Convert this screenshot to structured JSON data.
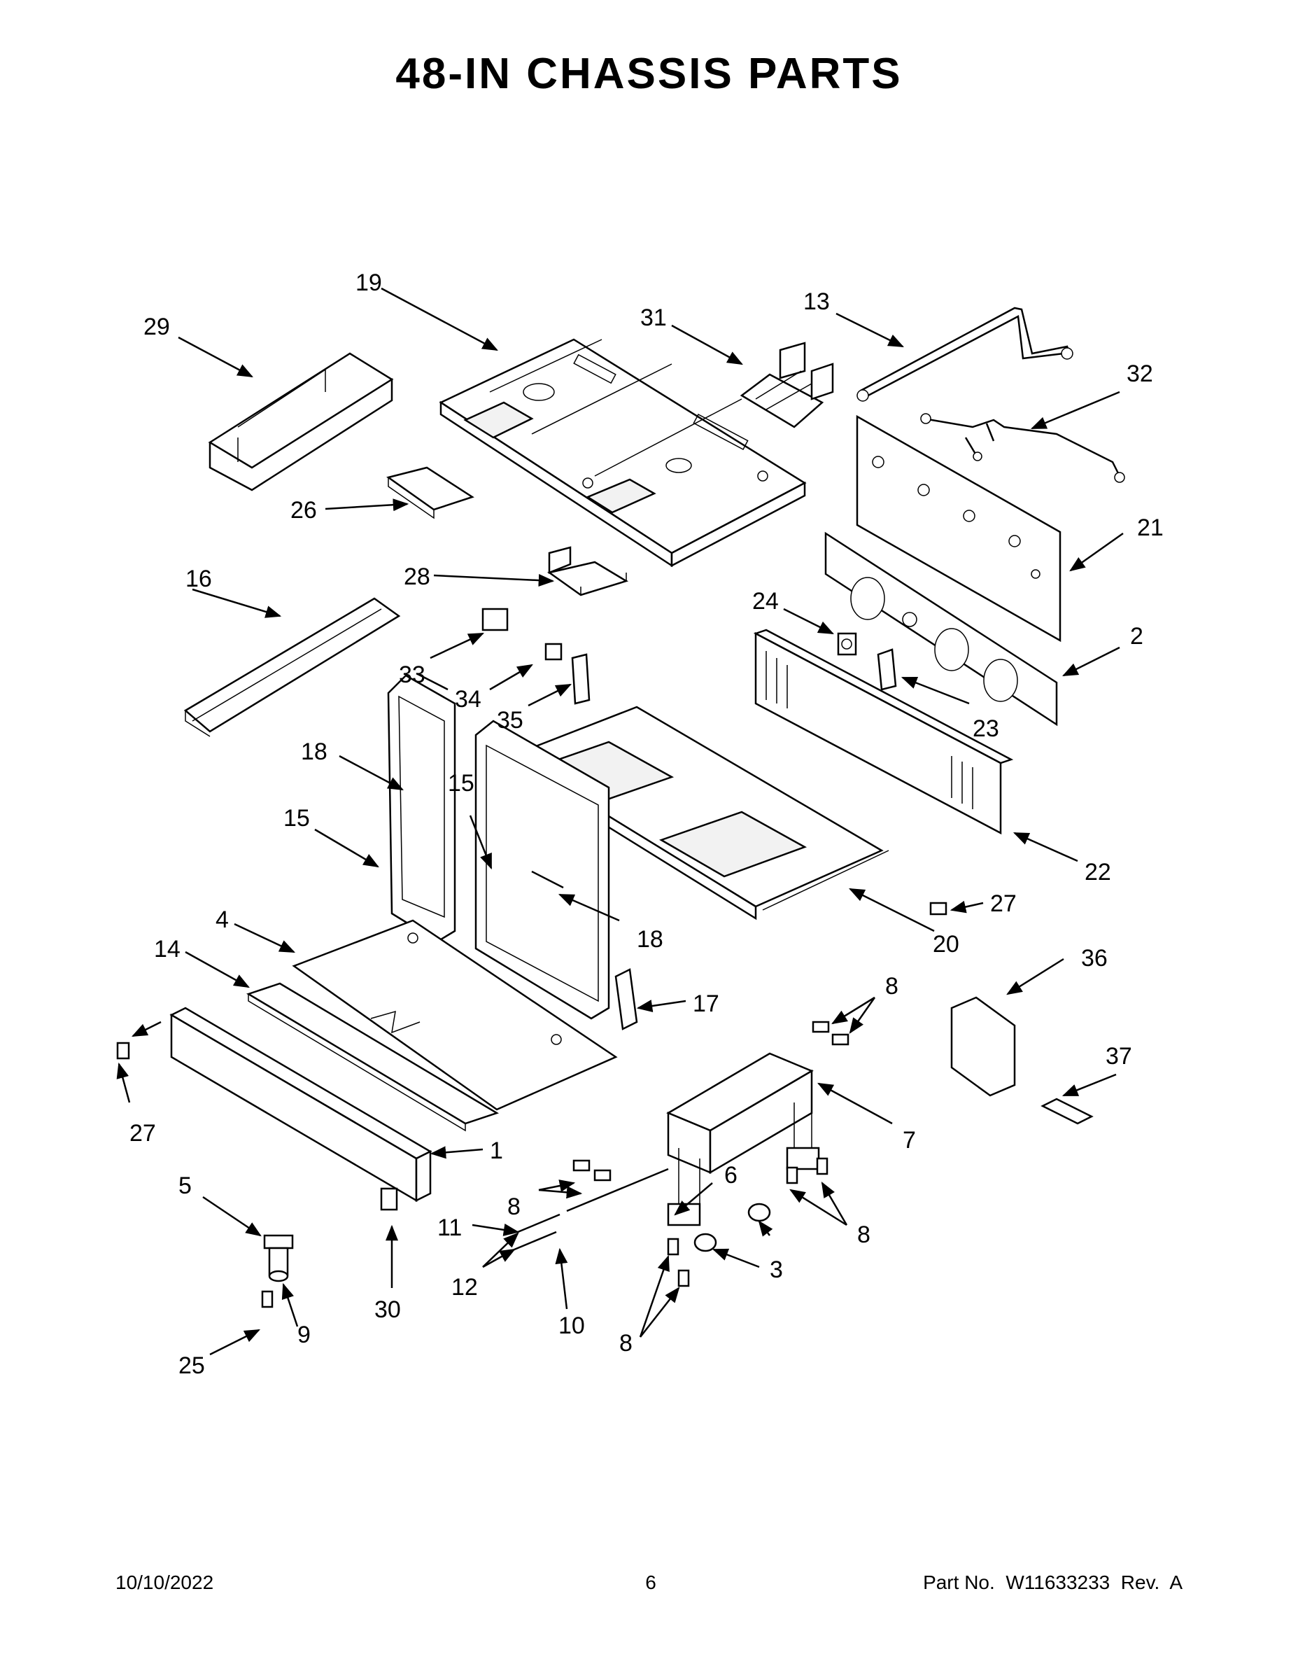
{
  "title": "48-IN CHASSIS PARTS",
  "callouts": [
    "19",
    "29",
    "31",
    "13",
    "32",
    "26",
    "21",
    "28",
    "16",
    "24",
    "2",
    "33",
    "34",
    "35",
    "23",
    "18",
    "15",
    "15",
    "22",
    "27",
    "20",
    "18",
    "4",
    "14",
    "17",
    "8",
    "36",
    "27",
    "37",
    "7",
    "1",
    "6",
    "5",
    "8",
    "8",
    "11",
    "3",
    "12",
    "30",
    "9",
    "10",
    "8",
    "25"
  ],
  "footer": {
    "date": "10/10/2022",
    "page": "6",
    "part": "Part No.  W11633233  Rev.  A"
  }
}
